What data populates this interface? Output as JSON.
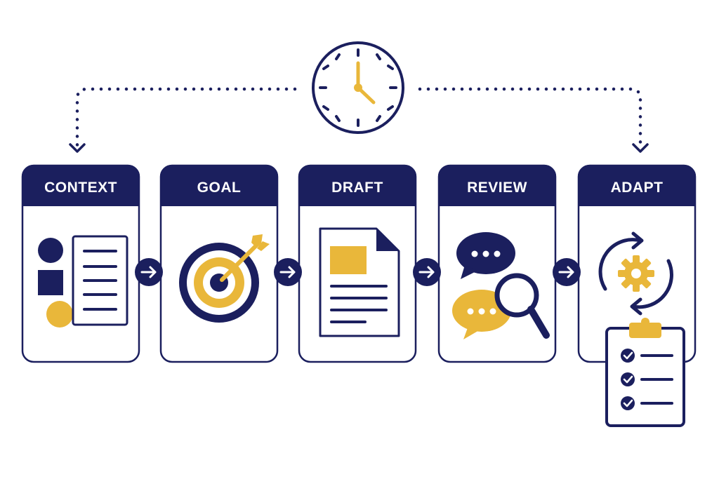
{
  "colors": {
    "navy": "#1b1f5e",
    "gold": "#e9b73a",
    "background": "#ffffff"
  },
  "header": {
    "icon": "clock-icon"
  },
  "steps": [
    {
      "label": "CONTEXT",
      "icon": "context-shapes-document-icon"
    },
    {
      "label": "GOAL",
      "icon": "target-arrow-icon"
    },
    {
      "label": "DRAFT",
      "icon": "draft-document-icon"
    },
    {
      "label": "REVIEW",
      "icon": "chat-magnifier-icon"
    },
    {
      "label": "ADAPT",
      "icon": "gear-cycle-icon"
    }
  ],
  "connectors": {
    "icon": "arrow-right-circle-icon"
  },
  "checklist": {
    "icon": "checklist-clipboard-icon",
    "items": 3
  }
}
